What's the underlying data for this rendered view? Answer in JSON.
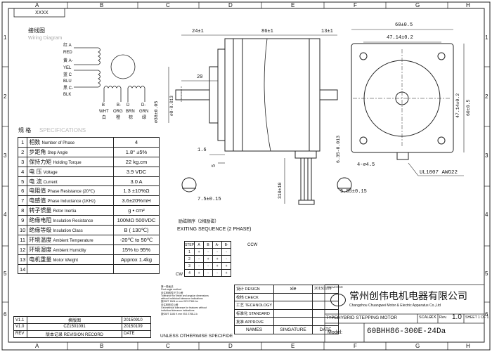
{
  "doc_code": "XXXX",
  "grid": {
    "cols": [
      "A",
      "B",
      "C",
      "D",
      "E",
      "F",
      "G",
      "H"
    ],
    "rows": [
      "1",
      "2",
      "3",
      "4",
      "5",
      "6"
    ]
  },
  "wiring": {
    "title": "接线图",
    "subtitle": "Wiring Diagram",
    "labels": [
      "红 A",
      "RED",
      "黄 A-",
      "YEL",
      "蓝 C",
      "BLU",
      "黑 C-",
      "BLK"
    ],
    "bottom_letters": [
      "B",
      "B-",
      "D",
      "D-"
    ],
    "bottom_codes": [
      "WHT",
      "ORG",
      "BRN",
      "GRN"
    ],
    "bottom_cn": [
      "白",
      "橙",
      "棕",
      "绿"
    ]
  },
  "spec": {
    "title": "规 格",
    "title_en": "SPECIFICATIONS",
    "rows": [
      {
        "n": "1",
        "cn": "相数",
        "en": "Number of Phase",
        "v": "4"
      },
      {
        "n": "2",
        "cn": "步距角",
        "en": "Step Angle",
        "v": "1.8° ±5%"
      },
      {
        "n": "3",
        "cn": "保持力矩",
        "en": "Holding Torque",
        "v": "22 kg.cm"
      },
      {
        "n": "4",
        "cn": "电 压",
        "en": "Voltage",
        "v": "3.9 VDC"
      },
      {
        "n": "5",
        "cn": "电 流",
        "en": "Current",
        "v": "3.0 A"
      },
      {
        "n": "6",
        "cn": "电阻值",
        "en": "Phase Resistance (20℃)",
        "v": "1.3 ±10%Ω"
      },
      {
        "n": "7",
        "cn": "电感值",
        "en": "Phase Inductance (1KHz)",
        "v": "3.6±20%mH"
      },
      {
        "n": "8",
        "cn": "转子惯量",
        "en": "Rotor Inertia",
        "v": "g • cm²"
      },
      {
        "n": "9",
        "cn": "绝缘电阻",
        "en": "Insulation Resistance",
        "v": "100MΩ 500VDC"
      },
      {
        "n": "10",
        "cn": "绝缘等级",
        "en": "Insulation Class",
        "v": "B ( 130℃)"
      },
      {
        "n": "11",
        "cn": "环境温度",
        "en": "Ambient Temperature",
        "v": "-20℃ to 50℃"
      },
      {
        "n": "12",
        "cn": "环境湿度",
        "en": "Ambient Humidity",
        "v": "15% to 95%"
      },
      {
        "n": "13",
        "cn": "电机重量",
        "en": "Motor Weight",
        "v": "Approx 1.4kg"
      },
      {
        "n": "14",
        "cn": "",
        "en": "",
        "v": ""
      }
    ]
  },
  "dims": {
    "len24": "24±1",
    "len86": "86±1",
    "len13": "13±1",
    "len20": "20",
    "dia38": "⌀38±0.05",
    "dia8": "⌀8-0.013",
    "len1_6": "1.6",
    "len5": "5",
    "len310": "310±10",
    "len7_5": "7.5±0.15",
    "len6_35": "6.35-0.013",
    "len5_85": "5.85±0.15",
    "w60": "60±0.5",
    "w47_top": "47.14±0.2",
    "w47_side": "47.14±0.2",
    "w60_side": "60±0.5",
    "holes": "4-⌀4.5",
    "cable": "UL1007 AWG22"
  },
  "sequence": {
    "title_cn": "励磁顺序（2相励磁）",
    "title": "EXITING SEQUENCE (2 PHASE)",
    "headers": [
      "STEP",
      "A",
      "B",
      "A-",
      "B-"
    ],
    "rows": [
      [
        "1",
        "+",
        "-",
        "-",
        "-"
      ],
      [
        "2",
        "-",
        "+",
        "+",
        "-"
      ],
      [
        "3",
        "-",
        "-",
        "+",
        "+"
      ],
      [
        "4",
        "+",
        "-",
        "-",
        "+"
      ]
    ],
    "ccw": "CCW",
    "cw": "CW"
  },
  "revision": {
    "rows": [
      {
        "rev": "V1.1",
        "desc": "换版图",
        "date": "20150910"
      },
      {
        "rev": "V1.0",
        "desc": "CZ1501091",
        "date": "20150109"
      }
    ],
    "hdr_rev": "REV",
    "hdr_desc": "版本记录 REVISION RECORD",
    "hdr_date": "DATE"
  },
  "notes": [
    "First angle method",
    "未注明线性尺寸公差",
    "Tolerance for linear and angular dimensions",
    "without individual tolerance indications",
    "按GB/T 1804 m mm ISO 2768-1m",
    "未注明形位公差",
    "Geometrical tolerance for features without",
    "individual tolerance indications",
    "按GB/T 1184 K mm ISO 2768-2-k"
  ],
  "notes_head": [
    "第一角画法"
  ],
  "unless": "UNLESS OTHERWISE SPECIFIDE",
  "title_block": {
    "design_cn": "设计",
    "design": "DESIGN",
    "designer": "xie",
    "design_date": "20150109",
    "check_cn": "校核",
    "check": "CHECK",
    "tech_cn": "工艺",
    "tech": "TECHNOLOGY",
    "std_cn": "标准化",
    "std": "STANDARD",
    "approve_cn": "批准",
    "approve": "APPROVE",
    "names": "NAMES",
    "signature": "SINGATURE",
    "date": "DATE"
  },
  "company": {
    "logo": "CW-MOTOR",
    "name_cn": "常州创伟电机电器有限公司",
    "name_en": "Changzhou Chuangwei Motor & Electric Apparatus Co.,Ltd",
    "type_label": "TYPE:",
    "type": "HYBRID STEPPING MOTOR",
    "scale_label": "SCALE",
    "scale": "XX",
    "rev_label": "Rev.",
    "rev": "1.0",
    "sheet": "SHEET 1 OF 1",
    "model_label": "Model:",
    "model": "60BHH86-300E-24Da"
  }
}
